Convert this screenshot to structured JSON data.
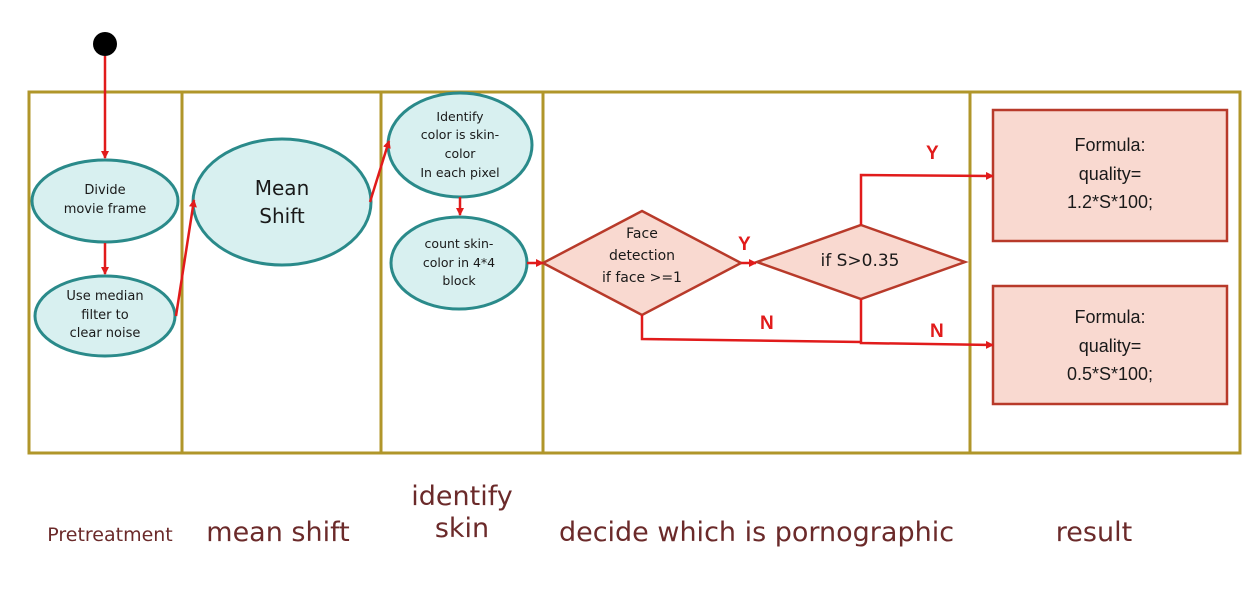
{
  "lanes": {
    "pretreatment": "Pretreatment",
    "mean_shift": "mean shift",
    "identify_skin": "identify\nskin",
    "decide": "decide which is pornographic",
    "result": "result"
  },
  "nodes": {
    "divide": "Divide\nmovie frame",
    "median": "Use median\nfilter to\nclear noise",
    "mean_shift": "Mean\nShift",
    "identify_color": "Identify\ncolor is skin-\ncolor\nIn each pixel",
    "count_skin": "count skin-\ncolor in 4*4\nblock",
    "face_detection": "Face\ndetection\nif face >=1",
    "threshold": "if S>0.35",
    "formula_high": "Formula:\nquality=\n1.2*S*100;",
    "formula_low": "Formula:\nquality=\n0.5*S*100;"
  },
  "edge_labels": {
    "face_yes": "Y",
    "face_no": "N",
    "threshold_yes": "Y",
    "threshold_no": "N"
  },
  "colors": {
    "lane_border": "#b0962a",
    "ellipse_fill": "#d8f0f0",
    "ellipse_stroke": "#2a8a8a",
    "shape_fill": "#f9d9d0",
    "shape_stroke": "#b83a2a",
    "arrow": "#e11b1b",
    "label_text": "#6b2a2a"
  }
}
